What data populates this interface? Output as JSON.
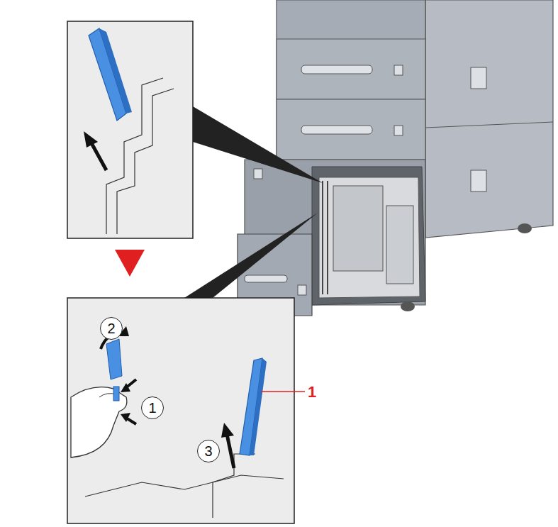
{
  "diagram": {
    "nodes": [
      {
        "text": [
          "2"
        ]
      },
      {
        "text": [
          "1"
        ]
      },
      {
        "text": [
          "3"
        ]
      }
    ],
    "labels": [
      "1"
    ]
  }
}
